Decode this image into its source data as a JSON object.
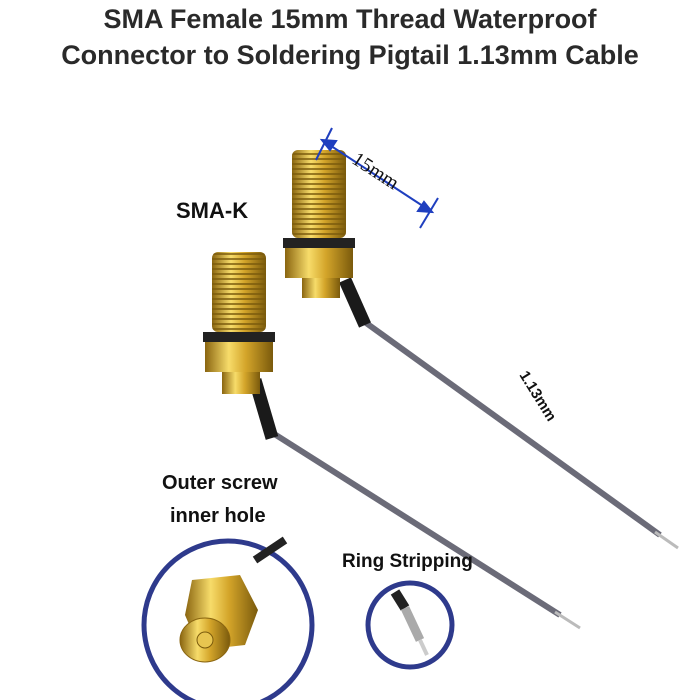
{
  "title": {
    "line1": "SMA Female 15mm Thread  Waterproof",
    "line2": "Connector to Soldering Pigtail 1.13mm Cable"
  },
  "labels": {
    "connector_type": "SMA-K",
    "thread_length": "15mm",
    "cable_diameter": "1.13mm",
    "callout1_line1": "Outer screw",
    "callout1_line2": "inner hole",
    "callout2": "Ring Stripping"
  },
  "colors": {
    "gold": "#d4a52a",
    "cable": "#6b6b78",
    "circle": "#2e3a8c",
    "arrow": "#1f3fbf"
  }
}
